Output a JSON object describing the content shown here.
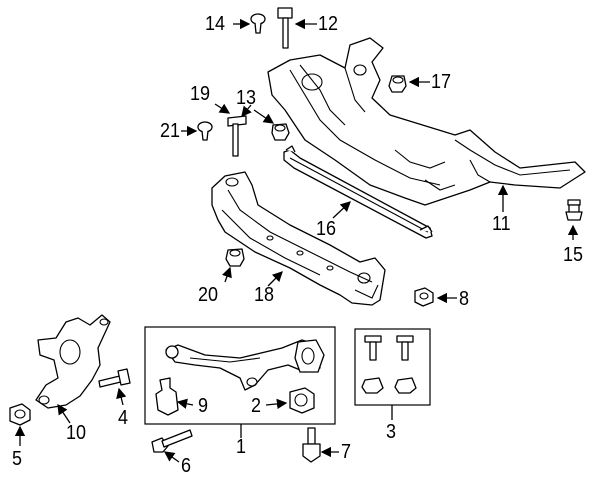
{
  "callouts": [
    {
      "id": "c14",
      "text": "14"
    },
    {
      "id": "c12",
      "text": "12"
    },
    {
      "id": "c17",
      "text": "17"
    },
    {
      "id": "c19",
      "text": "19"
    },
    {
      "id": "c13",
      "text": "13"
    },
    {
      "id": "c21",
      "text": "21"
    },
    {
      "id": "c16",
      "text": "16"
    },
    {
      "id": "c11",
      "text": "11"
    },
    {
      "id": "c15",
      "text": "15"
    },
    {
      "id": "c20",
      "text": "20"
    },
    {
      "id": "c18",
      "text": "18"
    },
    {
      "id": "c8",
      "text": "8"
    },
    {
      "id": "c9",
      "text": "9"
    },
    {
      "id": "c2",
      "text": "2"
    },
    {
      "id": "c4",
      "text": "4"
    },
    {
      "id": "c10",
      "text": "10"
    },
    {
      "id": "c5",
      "text": "5"
    },
    {
      "id": "c6",
      "text": "6"
    },
    {
      "id": "c1",
      "text": "1"
    },
    {
      "id": "c7",
      "text": "7"
    },
    {
      "id": "c3",
      "text": "3"
    }
  ]
}
